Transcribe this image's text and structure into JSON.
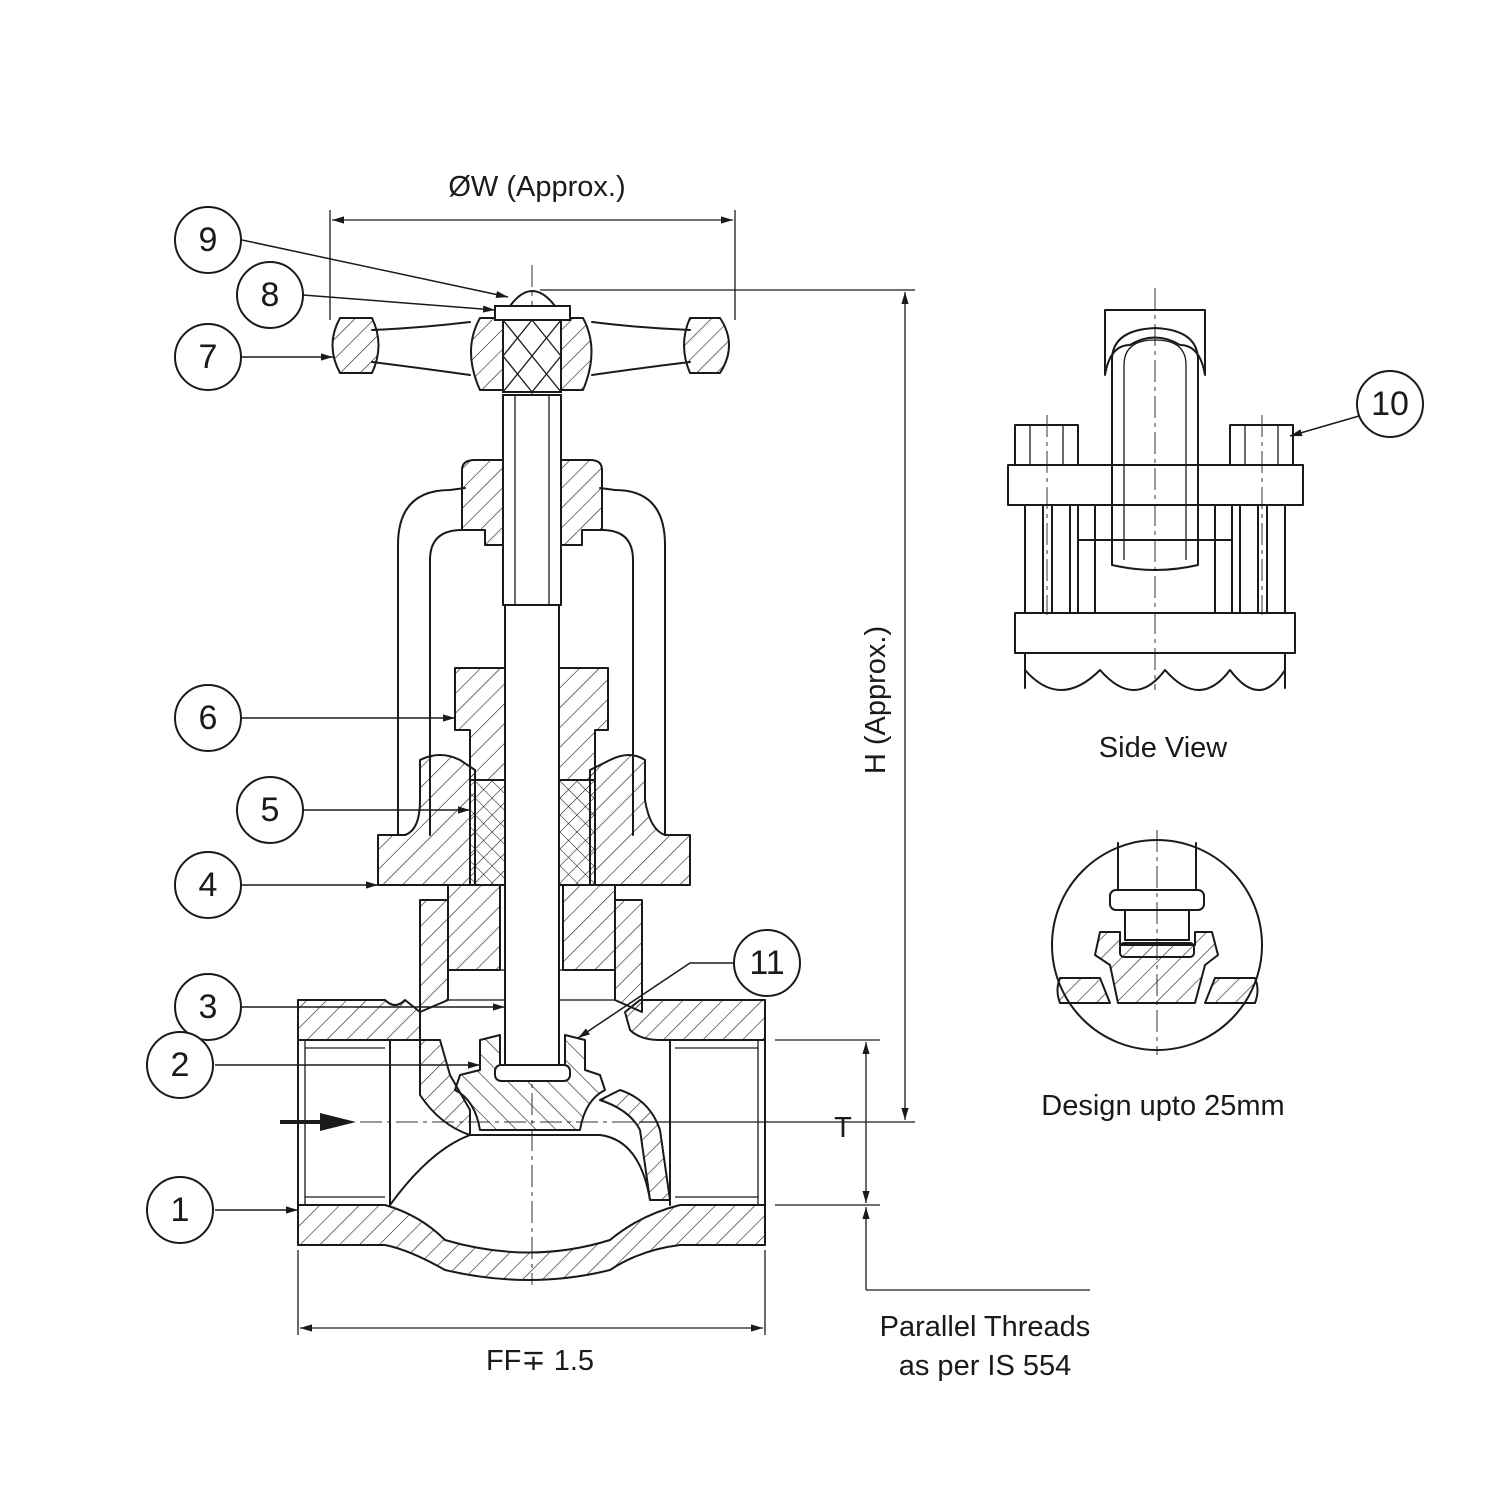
{
  "drawing": {
    "callouts": [
      "1",
      "2",
      "3",
      "4",
      "5",
      "6",
      "7",
      "8",
      "9",
      "10",
      "11"
    ],
    "dimensions": {
      "handwheel_diameter": "ØW (Approx.)",
      "height": "H (Approx.)",
      "thread_length": "T",
      "face_to_face": "FF∓ 1.5"
    },
    "notes": {
      "parallel_threads_line1": "Parallel Threads",
      "parallel_threads_line2": "as per IS 554"
    },
    "views": {
      "side_view": "Side View",
      "detail_view": "Design upto 25mm"
    }
  }
}
